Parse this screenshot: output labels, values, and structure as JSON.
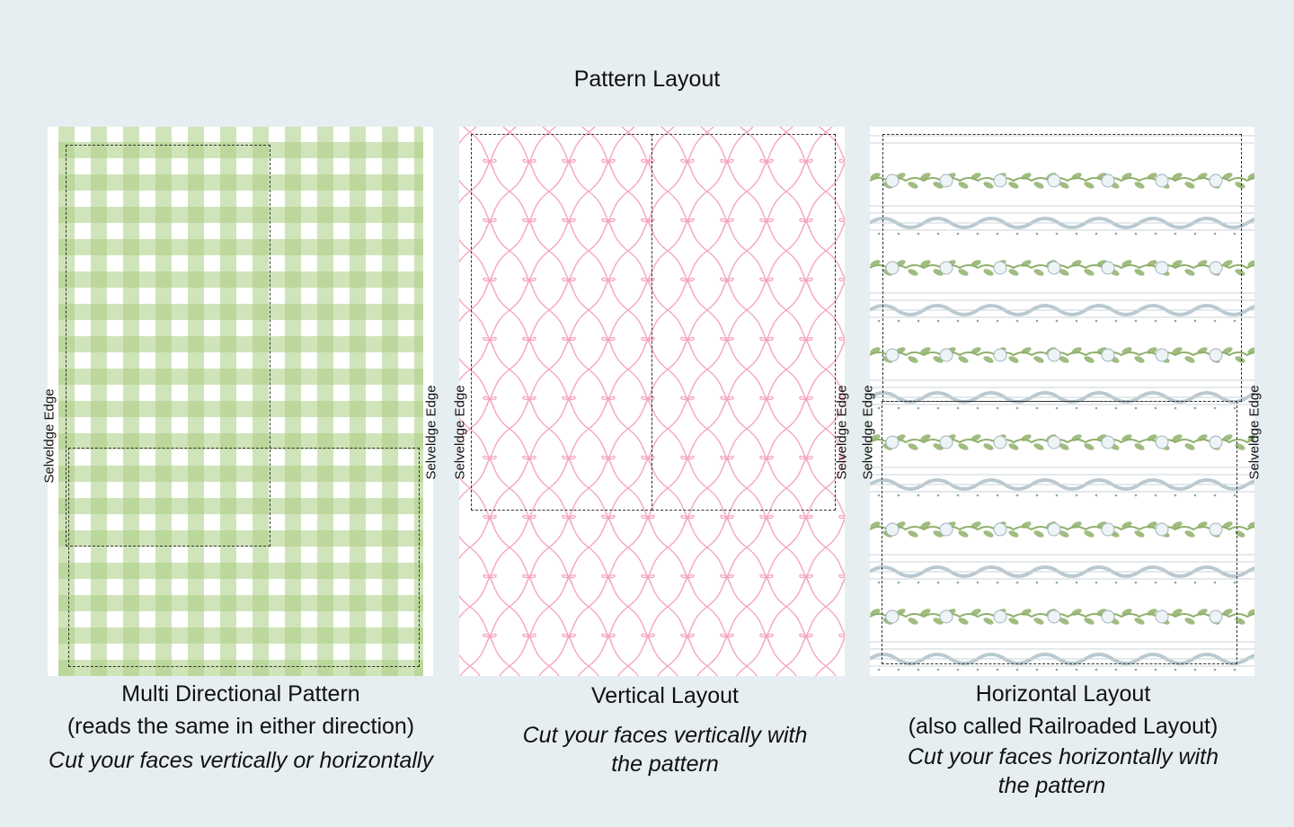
{
  "title": "Pattern Layout",
  "selvedge_label": "Selveldge Edge",
  "colors": {
    "background": "#e6eef1",
    "gingham": "#b4d392",
    "bows": "#f4a6bc",
    "floral_leaf": "#8fb06a",
    "floral_wave": "#a9bcc6"
  },
  "panels": [
    {
      "pattern": "gingham",
      "caption_line1": "Multi Directional Pattern",
      "caption_line2": "(reads the same in either direction)",
      "caption_italic_line1": "Cut your faces vertically or horizontally",
      "caption_italic_line2": ""
    },
    {
      "pattern": "bow-trellis",
      "caption_line1": "Vertical Layout",
      "caption_line2": "",
      "caption_italic_line1": "Cut your faces vertically with",
      "caption_italic_line2": "the pattern"
    },
    {
      "pattern": "floral-stripe",
      "caption_line1": "Horizontal Layout",
      "caption_line2": "(also called Railroaded Layout)",
      "caption_italic_line1": "Cut your faces horizontally with",
      "caption_italic_line2": "the pattern"
    }
  ]
}
